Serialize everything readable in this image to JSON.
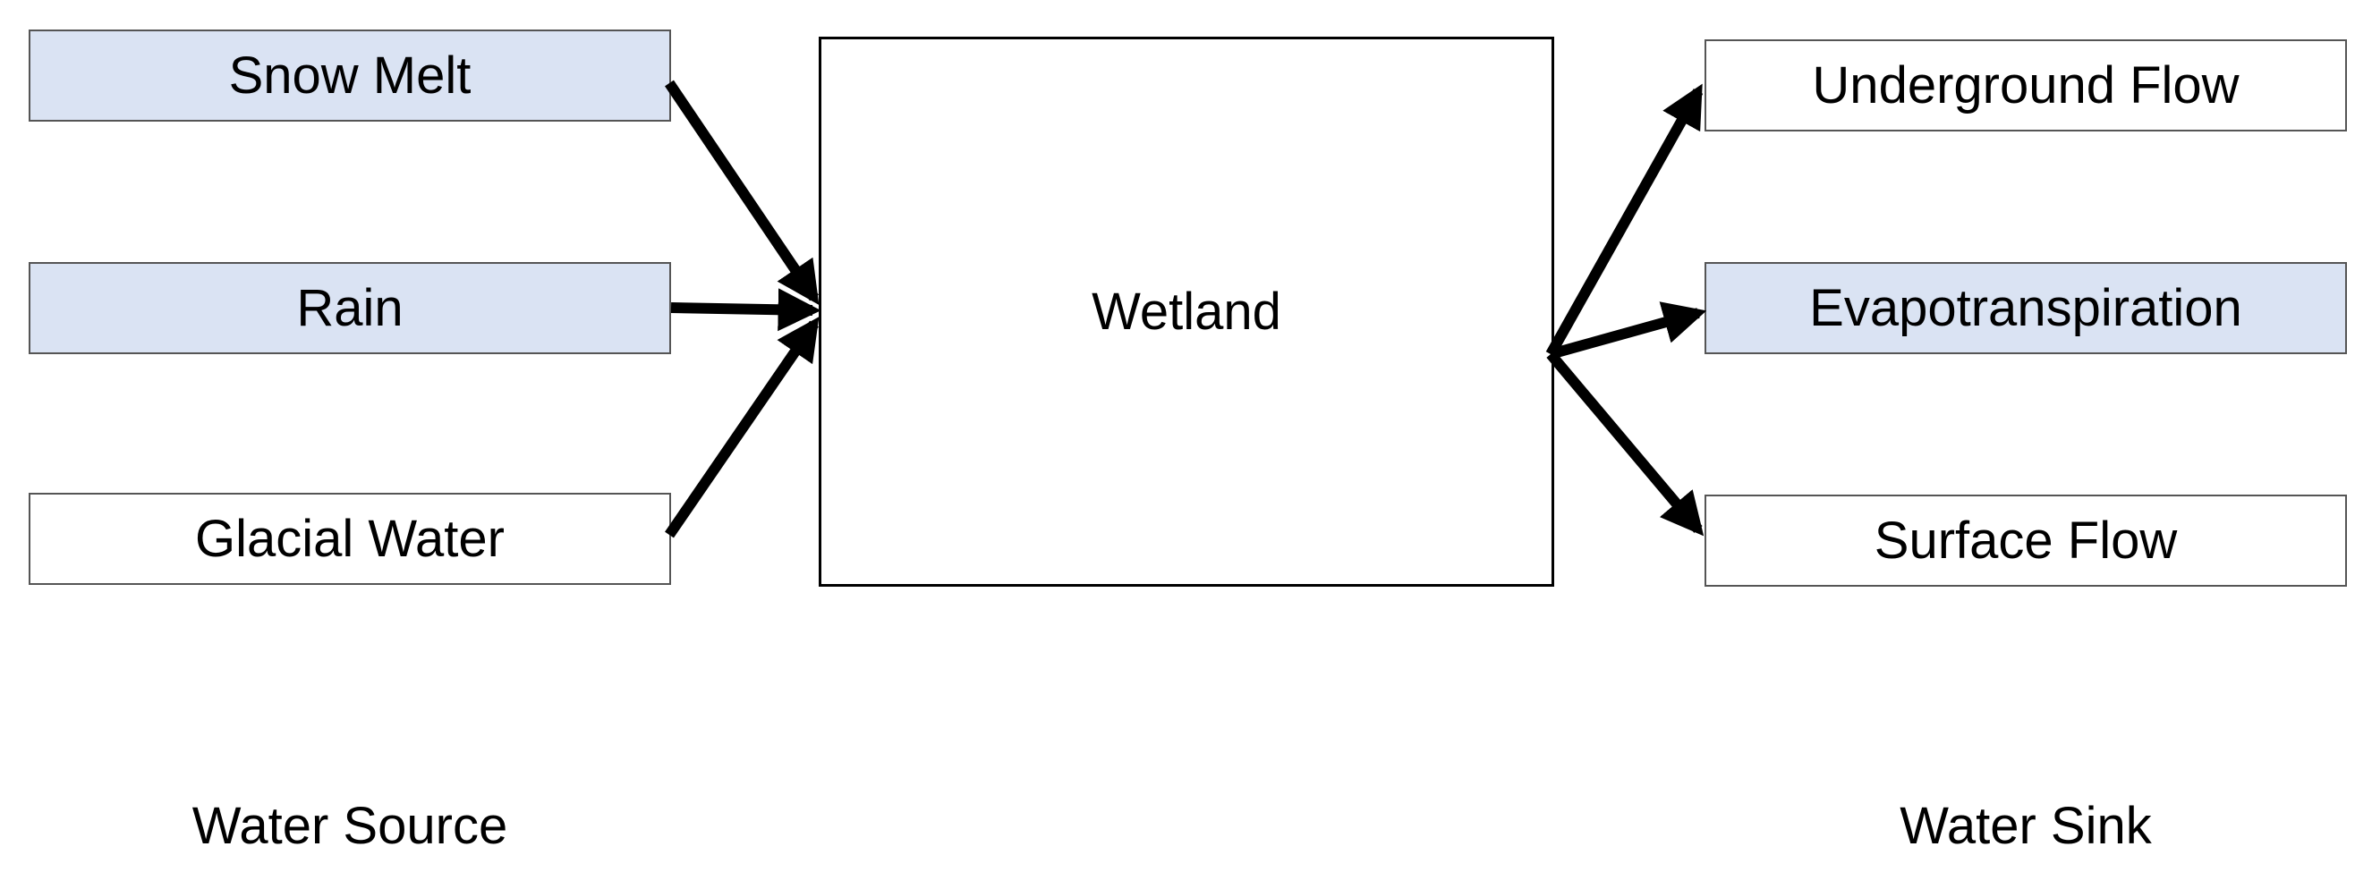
{
  "diagram": {
    "center": {
      "id": "wetland",
      "label": "Wetland"
    },
    "sources": [
      {
        "id": "snow-melt",
        "label": "Snow Melt",
        "highlighted": true
      },
      {
        "id": "rain",
        "label": "Rain",
        "highlighted": true
      },
      {
        "id": "glacial-water",
        "label": "Glacial Water",
        "highlighted": false
      }
    ],
    "sinks": [
      {
        "id": "underground-flow",
        "label": "Underground Flow",
        "highlighted": false
      },
      {
        "id": "evapotranspiration",
        "label": "Evapotranspiration",
        "highlighted": true
      },
      {
        "id": "surface-flow",
        "label": "Surface Flow",
        "highlighted": false
      }
    ],
    "edges": [
      {
        "from": "snow-melt",
        "to": "wetland"
      },
      {
        "from": "rain",
        "to": "wetland"
      },
      {
        "from": "glacial-water",
        "to": "wetland"
      },
      {
        "from": "wetland",
        "to": "underground-flow"
      },
      {
        "from": "wetland",
        "to": "evapotranspiration"
      },
      {
        "from": "wetland",
        "to": "surface-flow"
      }
    ],
    "source_group_label": "Water Source",
    "sink_group_label": "Water Sink",
    "colors": {
      "highlight_fill": "#dae3f3",
      "box_border": "#555555",
      "arrow": "#000000"
    }
  }
}
